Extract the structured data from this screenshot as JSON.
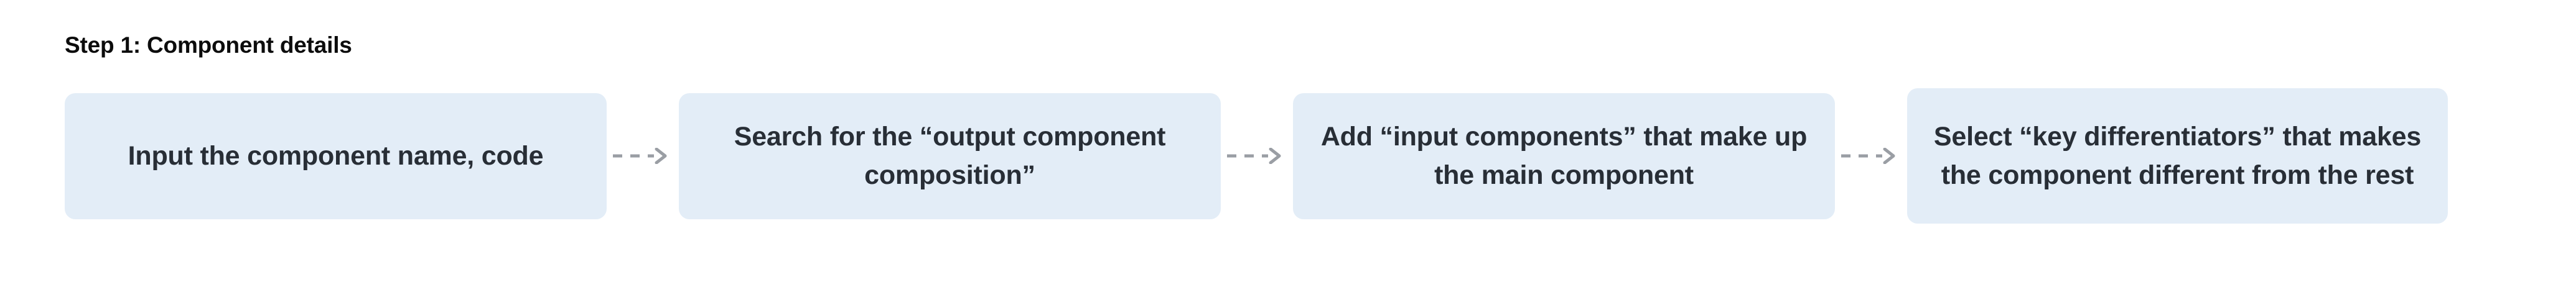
{
  "step": {
    "title": "Step 1: Component details"
  },
  "colors": {
    "page_background": "#ffffff",
    "box_background": "#e3edf7",
    "box_text": "#282e36",
    "title_text": "#0c0c0c",
    "connector": "#9a9ea4"
  },
  "flow": {
    "connector_icon": "dashed-arrow-right-icon",
    "steps": [
      {
        "index": 1,
        "text": "Input the component name, code",
        "lines": 2
      },
      {
        "index": 2,
        "text": "Search for the “output component composition”",
        "lines": 2
      },
      {
        "index": 3,
        "text": "Add “input components” that make up the main component",
        "lines": 2
      },
      {
        "index": 4,
        "text": "Select “key differentiators” that makes the component different from the rest",
        "lines": 3
      }
    ]
  }
}
